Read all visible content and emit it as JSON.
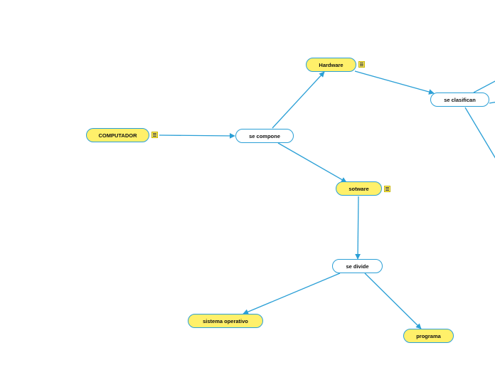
{
  "colors": {
    "line": "#2a9fd6",
    "concept_fill": "#fff06a",
    "link_fill": "#ffffff"
  },
  "nodes": {
    "computador": "COMPUTADOR",
    "se_compone": "se compone",
    "hardware": "Hardware",
    "sotware": "sotware",
    "se_clasifican": "se clasifican",
    "se_divide": "se divide",
    "sistema_operativo": "sistema operativo",
    "programa": "programa"
  },
  "note_icon": "note-lines-icon"
}
